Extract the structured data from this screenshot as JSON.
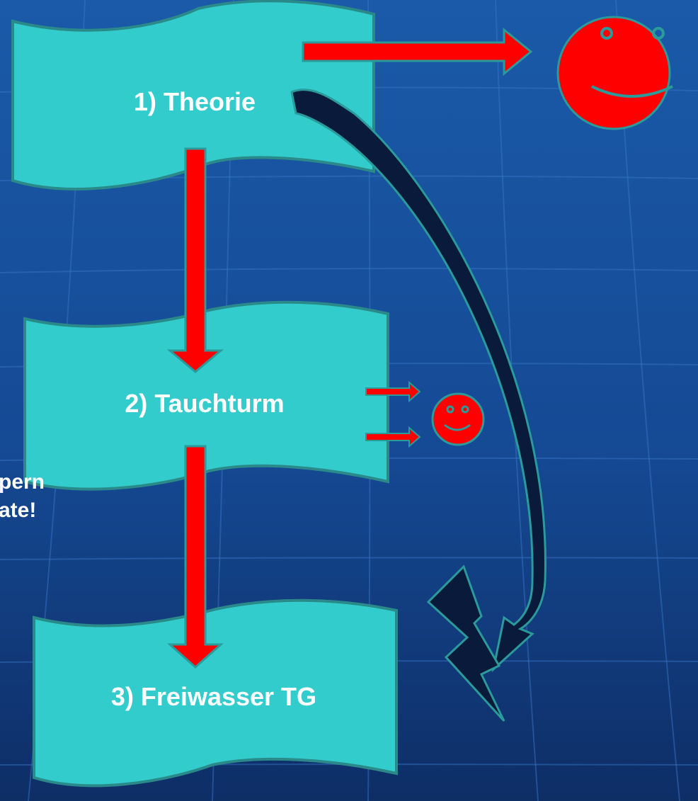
{
  "steps": [
    {
      "label": "1) Theorie"
    },
    {
      "label": "2) Tauchturm"
    },
    {
      "label": "3) Freiwasser TG"
    }
  ],
  "side_text": {
    "line1": "pern",
    "line2": "ate!"
  },
  "icons": [
    "smiley-large-icon",
    "smiley-small-icon",
    "lightning-icon"
  ],
  "colors": {
    "background_top": "#1a5aa8",
    "background_bottom": "#0e2e66",
    "box_fill": "#33cccc",
    "box_stroke": "#2a8a8a",
    "arrow_red": "#ff0000",
    "curved_arrow": "#0a1a3a",
    "smiley": "#ff0000",
    "smiley_stroke": "#2a9a9a"
  }
}
